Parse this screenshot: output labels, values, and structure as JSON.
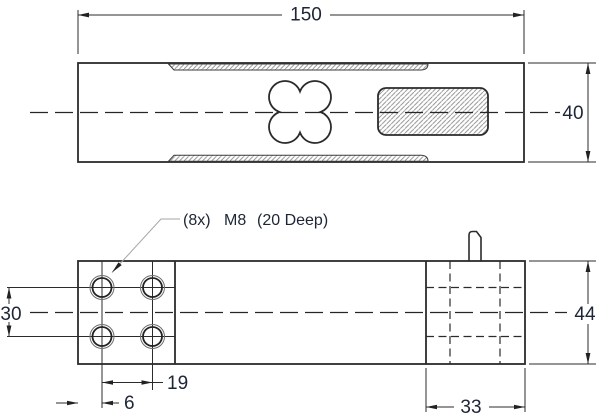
{
  "top_view": {
    "dims": {
      "length": "150",
      "width": "40"
    }
  },
  "front_view": {
    "dims": {
      "hole_row_spacing": "30",
      "hole_col_spacing": "19",
      "hole_edge_offset": "6",
      "right_block_width": "33",
      "height": "44"
    },
    "thread_note": {
      "count": "(8x)",
      "size": "M8",
      "depth": "(20 Deep)",
      "full": "(8x) M8 (20 Deep)"
    }
  },
  "colors": {
    "line": "#2b2b2b",
    "hidden_line": "#2b2b2b",
    "hatch": "#8f8f8f",
    "text": "#1d2536",
    "leader": "#a6a6a6",
    "background": "#ffffff"
  }
}
